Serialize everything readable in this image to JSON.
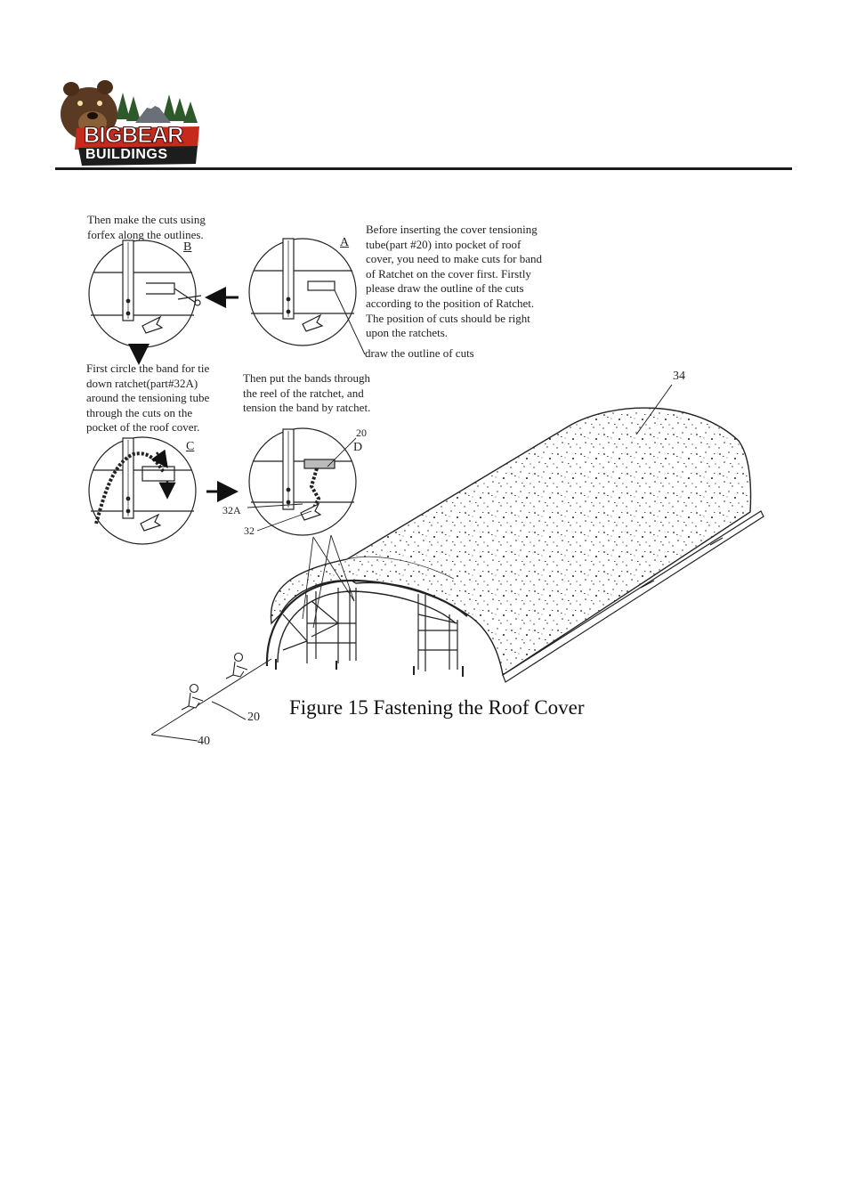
{
  "header": {
    "logo_line1": "BIGBEAR",
    "logo_line2": "BUILDINGS"
  },
  "figure": {
    "caption": "Figure 15 Fastening the Roof Cover",
    "step_a": {
      "letter": "A",
      "text": "Before inserting the cover tensioning\ntube(part #20) into pocket of roof\ncover, you need to make cuts for band\nof Ratchet on the cover  first. Firstly\nplease draw the outline of the cuts\naccording to the position of Ratchet.\nThe position of cuts should be right\nupon the ratchets.",
      "pointer_label": "draw the outline of cuts"
    },
    "step_b": {
      "letter": "B",
      "text": "Then make the cuts using\nforfex along the outlines."
    },
    "step_c": {
      "letter": "C",
      "text": "First circle the band for tie\ndown ratchet(part#32A)\naround the tensioning tube\nthrough the cuts on the\npocket of the roof cover."
    },
    "step_d": {
      "letter": "D",
      "text": "Then put the bands through\nthe reel of the ratchet, and\ntension the band by ratchet."
    },
    "part_labels": {
      "p34": "34",
      "p20_top": "20",
      "p32a": "32A",
      "p32": "32",
      "p20_bottom": "20",
      "p40": "40"
    }
  }
}
